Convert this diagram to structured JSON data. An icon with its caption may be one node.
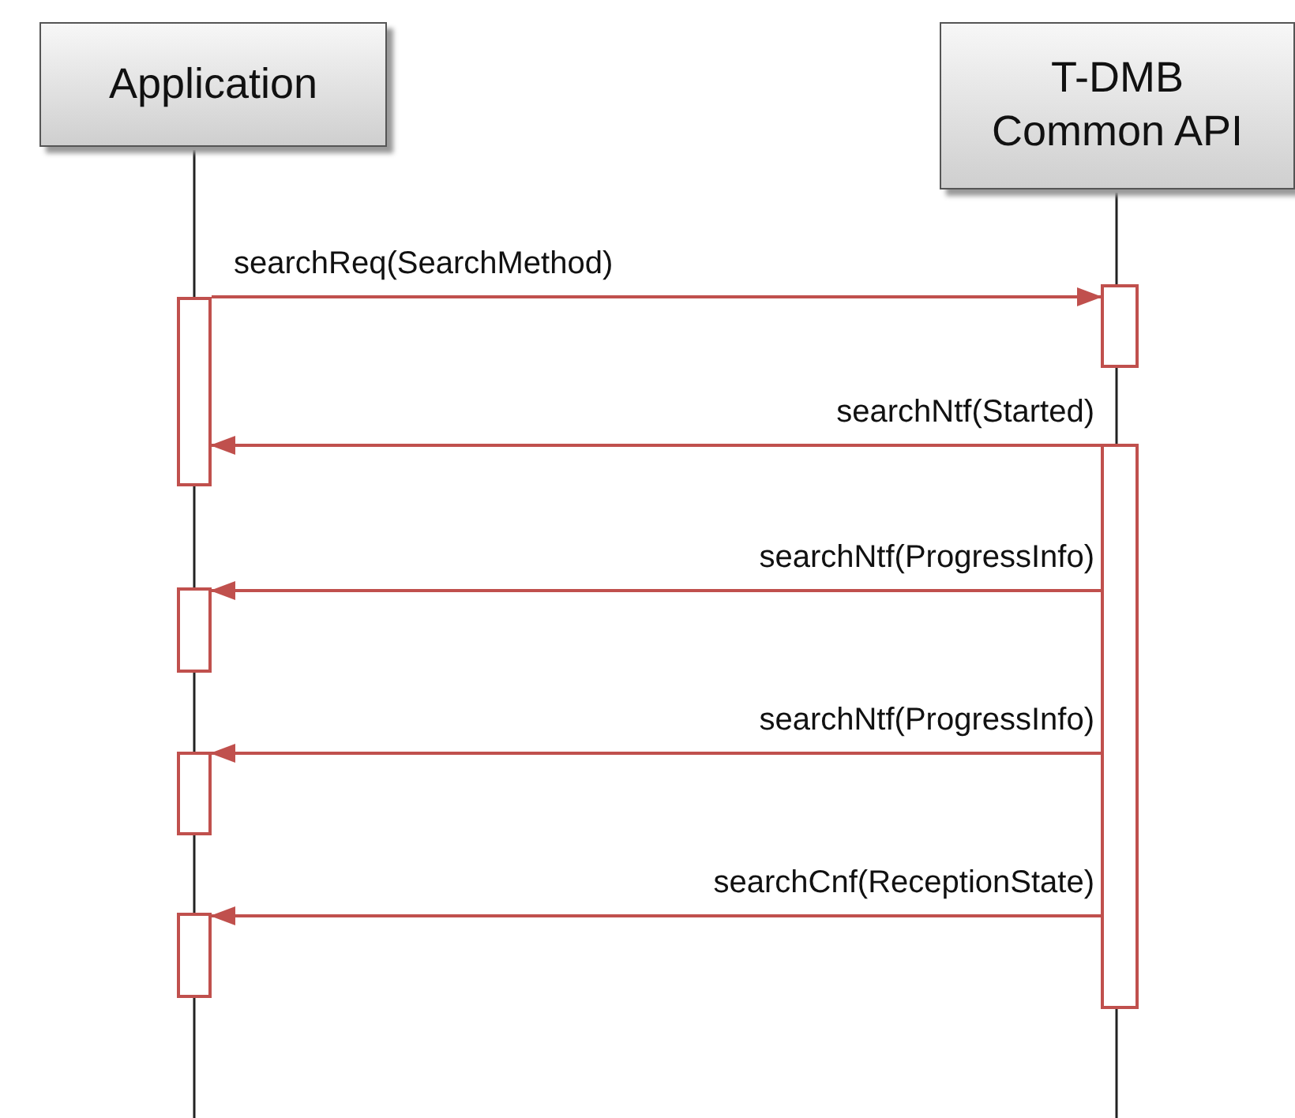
{
  "diagram": {
    "nodes": [
      {
        "text": [
          "Application"
        ]
      },
      {
        "text": [
          "T-DMB Common API"
        ]
      },
      {
        "text": [],
        "shape": "bar"
      },
      {
        "text": [],
        "shape": "bar"
      },
      {
        "text": [],
        "shape": "bar"
      },
      {
        "text": [],
        "shape": "bar"
      },
      {
        "text": [],
        "shape": "bar"
      },
      {
        "text": [],
        "shape": "bar"
      }
    ],
    "edges": [
      {
        "from": 2,
        "to": 6,
        "arrow": "to",
        "label": "searchReq(SearchMethod)"
      },
      {
        "from": 7,
        "to": 2,
        "arrow": "to",
        "label": "searchNtf(Started)"
      },
      {
        "from": 7,
        "to": 3,
        "arrow": "to",
        "label": "searchNtf(ProgressInfo)"
      },
      {
        "from": 7,
        "to": 4,
        "arrow": "to",
        "label": "searchNtf(ProgressInfo)"
      },
      {
        "from": 7,
        "to": 5,
        "arrow": "to",
        "label": "searchCnf(ReceptionState)"
      }
    ]
  }
}
